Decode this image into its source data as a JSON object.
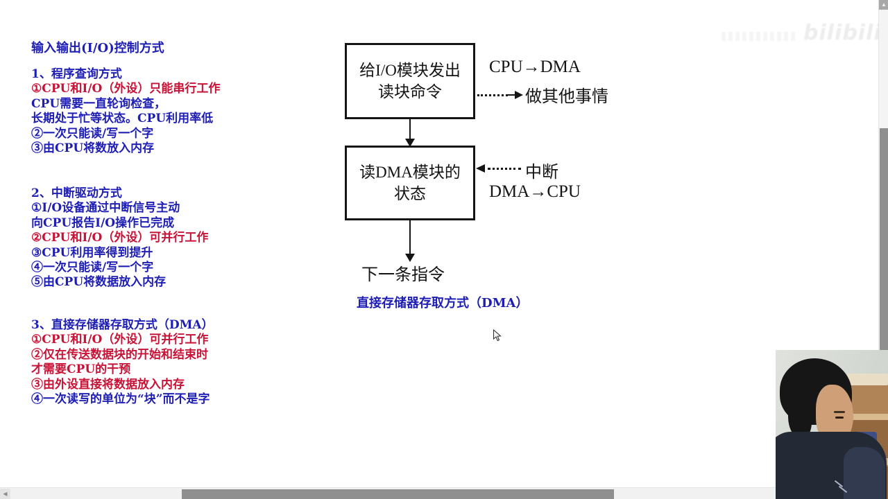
{
  "colors": {
    "blue": "#1e1eb4",
    "red": "#c81236",
    "ink": "#141414"
  },
  "watermark": {
    "logo": "bilibili"
  },
  "notes": {
    "title": {
      "text": "输入输出(I/O)控制方式",
      "color": "blue"
    },
    "blocks": [
      {
        "lines": [
          {
            "text": "1、程序查询方式",
            "color": "blue"
          },
          {
            "text": "①CPU和I/O（外设）只能串行工作",
            "color": "red"
          },
          {
            "text": "CPU需要一直轮询检查，",
            "color": "blue"
          },
          {
            "text": "长期处于忙等状态。CPU利用率低",
            "color": "blue"
          },
          {
            "text": "②一次只能读/写一个字",
            "color": "blue"
          },
          {
            "text": "③由CPU将数放入内存",
            "color": "blue"
          }
        ]
      },
      {
        "lines": [
          {
            "text": "2、中断驱动方式",
            "color": "blue"
          },
          {
            "text": "①I/O设备通过中断信号主动",
            "color": "blue"
          },
          {
            "text": "向CPU报告I/O操作已完成",
            "color": "blue"
          },
          {
            "text": "②CPU和I/O（外设）可并行工作",
            "color": "red"
          },
          {
            "text": "③CPU利用率得到提升",
            "color": "blue"
          },
          {
            "text": "④一次只能读/写一个字",
            "color": "blue"
          },
          {
            "text": "⑤由CPU将数据放入内存",
            "color": "blue"
          }
        ]
      },
      {
        "lines": [
          {
            "text": "3、直接存储器存取方式（DMA）",
            "color": "blue"
          },
          {
            "text": "①CPU和I/O（外设）可并行工作",
            "color": "red"
          },
          {
            "text": "②仅在传送数据块的开始和结束时",
            "color": "red"
          },
          {
            "text": "才需要CPU的干预",
            "color": "red"
          },
          {
            "text": "③由外设直接将数据放入内存",
            "color": "red"
          },
          {
            "text": "④一次读写的单位为“块”而不是字",
            "color": "blue"
          }
        ]
      }
    ]
  },
  "diagram": {
    "box1": {
      "line1": "给I/O模块发出",
      "line2": "读块命令"
    },
    "box2": {
      "line1": "读DMA模块的",
      "line2": "状态"
    },
    "annotations": {
      "cpu_to_dma": "CPU→DMA",
      "do_other_things": "做其他事情",
      "interrupt": "中断",
      "dma_to_cpu": "DMA→CPU"
    },
    "next_instruction": "下一条指令",
    "caption": "直接存储器存取方式（DMA）"
  }
}
